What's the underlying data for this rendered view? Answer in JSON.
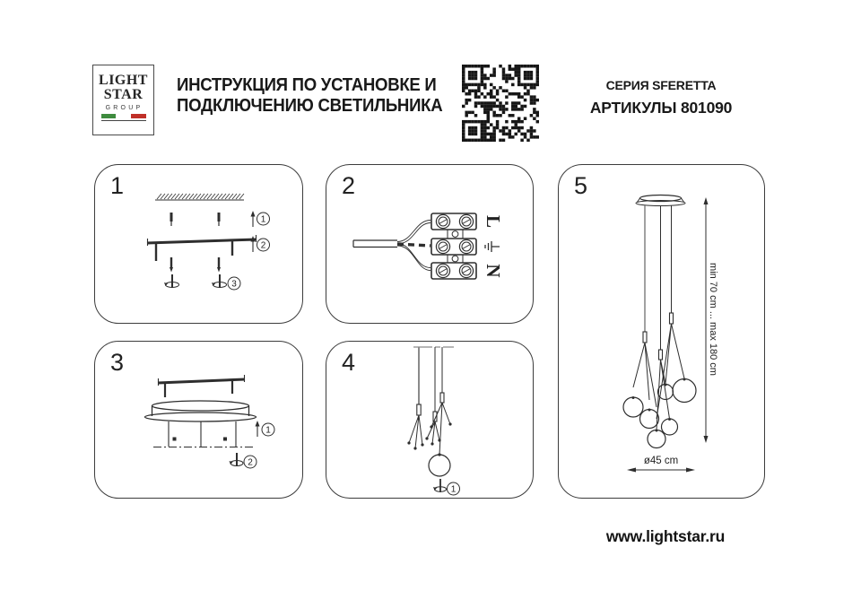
{
  "header": {
    "logo": {
      "line1": "LIGHT",
      "line2": "STAR",
      "line3": "GROUP"
    },
    "title_line1": "ИНСТРУКЦИЯ ПО УСТАНОВКЕ И",
    "title_line2": "ПОДКЛЮЧЕНИЮ СВЕТИЛЬНИКА",
    "series": "СЕРИЯ SFERETTA",
    "articles": "АРТИКУЛЫ 801090"
  },
  "panels": {
    "p1": {
      "number": "1",
      "callouts": [
        "1",
        "2",
        "3"
      ]
    },
    "p2": {
      "number": "2",
      "labels": {
        "live": "L",
        "neutral": "N"
      }
    },
    "p3": {
      "number": "3",
      "callouts": [
        "1",
        "2"
      ]
    },
    "p4": {
      "number": "4",
      "callouts": [
        "1"
      ]
    },
    "p5": {
      "number": "5",
      "height_range": "min 70 cm ... max 180 cm",
      "diameter": "ø45 cm"
    }
  },
  "footer": {
    "website": "www.lightstar.ru"
  },
  "colors": {
    "line": "#2e2e2e",
    "gray_line": "#8a8a8a",
    "flag_green": "#3f8c3f",
    "flag_red": "#c03028"
  }
}
